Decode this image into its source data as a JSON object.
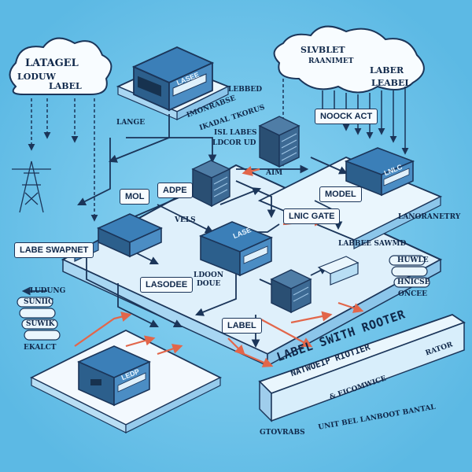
{
  "colors": {
    "background": "#6cc5ec",
    "line": "#1b3559",
    "device_blue": "#2f6fa8",
    "arrow_red": "#e2664a",
    "platform": "#eef7fd"
  },
  "labels": {
    "cloud_left": [
      "LATAGEL",
      "LODUW",
      "LABEL"
    ],
    "cloud_right": [
      "SLVBLET",
      "RAANIMET",
      "LABER",
      "LEABEL"
    ],
    "top_server": "LASEE",
    "lebbed": "LEBBED",
    "hodnrabse": "IMONRABSE",
    "tkorus": "IKADAL TKORUS",
    "lange": "LANGE",
    "isl_labes": [
      "ISL LABES",
      "LDCOR UD"
    ],
    "noock_act": "NOOCK ACT",
    "right_device": "LNLC",
    "mol": "MOL",
    "adpe": "ADPE",
    "vels": "VELS",
    "aim": "AIM",
    "model": "MODEL",
    "lnic_gate": "LNIC GATE",
    "labe_swapnet": "LABE SWAPNET",
    "center_device": "LASE",
    "laneomy": "LANORANETRY",
    "laser_saiwind": "LABBEE SAWMD",
    "lasoidee": "LASODEE",
    "lddo": [
      "LDOON",
      "DOUE"
    ],
    "ludung": "LUDUNG",
    "left_stack": [
      "SUNIIC",
      "SUWIK"
    ],
    "ekalct": "EKALCT",
    "right_stack": [
      "HUWLE",
      "HNICSE"
    ],
    "oncee": "ONCEE",
    "label_center": "LABEL",
    "bottom_device": "LEDP",
    "banner_line1": "LABEL SWITH ROOTER",
    "banner_line2": "NATWOEIP RIOTIER",
    "ecomwice": "& EICOMWICE",
    "rator": "RATOR",
    "bottom_caption": "UNIT BEL LANBOOT BANTAL",
    "gtovrabs": "GTOVRABS"
  }
}
